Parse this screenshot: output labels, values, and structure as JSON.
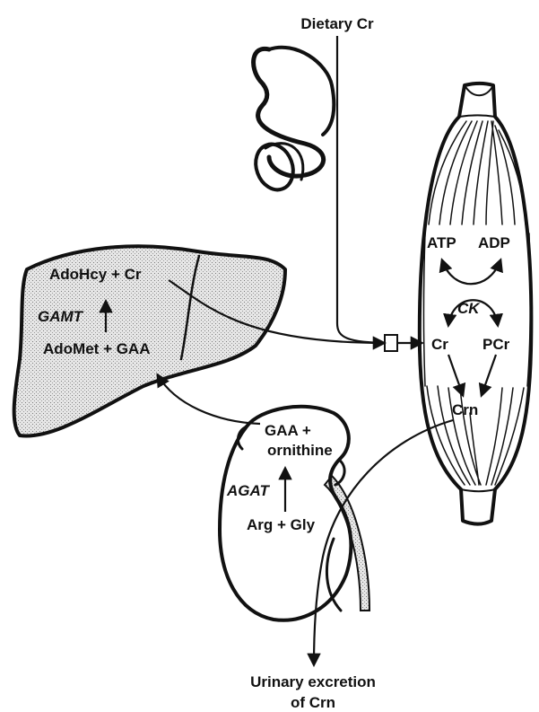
{
  "diagram": {
    "dietary": "Dietary Cr",
    "liver": {
      "adohcy_cr": "AdoHcy + Cr",
      "gamt": "GAMT",
      "adomet_gaa": "AdoMet + GAA"
    },
    "kidney": {
      "gaa_plus": "GAA +",
      "ornithine": "ornithine",
      "agat": "AGAT",
      "arg_gly": "Arg + Gly"
    },
    "muscle": {
      "atp": "ATP",
      "adp": "ADP",
      "ck": "CK",
      "cr": "Cr",
      "pcr": "PCr",
      "crn": "Crn"
    },
    "excretion": {
      "line1": "Urinary excretion",
      "line2": "of Crn"
    }
  }
}
